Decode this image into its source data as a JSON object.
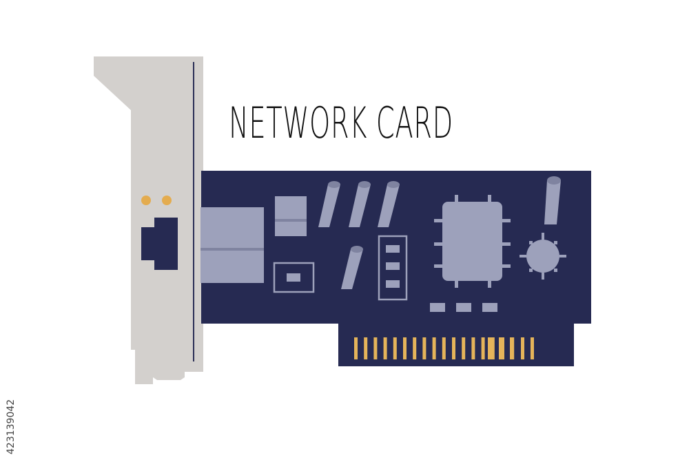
{
  "title": "NETWORK CARD",
  "side_id": "423139042",
  "illustration": {
    "subject": "network-card",
    "parts": [
      "bracket",
      "circuit-board",
      "ethernet-port",
      "status-leds",
      "chip",
      "capacitors",
      "gold-contacts"
    ]
  },
  "colors": {
    "background": "#ffffff",
    "board": "#262a52",
    "board_shadow": "#1e2246",
    "components": "#9da1bb",
    "component_dark": "#7f83a0",
    "bracket": "#d3d0cd",
    "bracket_line": "#2a2e55",
    "contacts": "#e5b45a",
    "leds": "#e4ac4f",
    "port": "#262a52",
    "ink": "#111111"
  }
}
